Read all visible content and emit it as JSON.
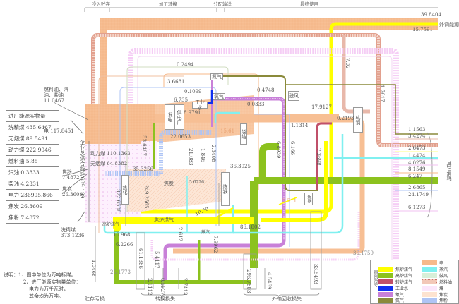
{
  "stages": {
    "input_storage": "投入贮存",
    "processing": "加工转换",
    "distribution": "分配输送",
    "end_use": "最终使用"
  },
  "inventory_table": {
    "title": "进厂能源实物量",
    "rows": [
      {
        "label": "洗精煤",
        "value": "435.6467"
      },
      {
        "label": "无烟煤",
        "value": "89.5491"
      },
      {
        "label": "动力煤",
        "value": "222.9046"
      },
      {
        "label": "燃料油",
        "value": "5.85"
      },
      {
        "label": "汽油",
        "value": "0.3833"
      },
      {
        "label": "柴油",
        "value": "4.2331"
      },
      {
        "label": "电力",
        "value": "236995.866"
      },
      {
        "label": "焦炭",
        "value": "26.3609"
      },
      {
        "label": "焦粉",
        "value": "7.4872"
      }
    ]
  },
  "total_input": {
    "label": "企业总综合能耗",
    "value": "689.199"
  },
  "inputs": {
    "fuel_oils": {
      "label": "燃料油、汽油、柴油",
      "value": "11.0467"
    },
    "electricity": {
      "label": "电",
      "value": "117.8451"
    },
    "power_coal": {
      "label": "动力煤",
      "value": "110.1363"
    },
    "anthracite": {
      "label": "无烟煤",
      "value": "64.8382"
    },
    "coke_powder": {
      "label": "焦粉",
      "value": "7.4872"
    },
    "coke": {
      "label": "焦炭",
      "value": "26.3609"
    },
    "washed_coal": {
      "label": "洗精煤",
      "value": "373.1236"
    }
  },
  "nodes": {
    "power_gen": "发电",
    "power_supply": "供电厂",
    "water": "工业水",
    "oxygen_plant": "氧气",
    "nitrogen_plant": "氮气",
    "blast_fan": "鼓风",
    "sinter": "烧结",
    "coking": "焦化",
    "ironmaking": "炼铁",
    "steelmaking": "炼钢",
    "rolling": "轧钢",
    "coke_product": "焦炭",
    "coke_oven_gas": "焦炉煤气",
    "blast_furnace_gas": "高炉煤气",
    "steam": "蒸汽"
  },
  "flow_labels": {
    "export_top": "39.8404",
    "export_yellow": "15.7591",
    "export_label": "外调能源",
    "v_7_02": "7.02",
    "v_1_7617": "1.7617",
    "v_0_2494": "0.2494",
    "v_3_6681": "3.6681",
    "v_0_1099": "0.1099",
    "v_6_735": "6.735",
    "v_8_9791": "8.9791",
    "v_0_4748": "0.4748",
    "v_0_0333": "0.0333",
    "v_17_9127": "17.9127",
    "v_0_2193": "0.2193",
    "v_1_1314": "1.1314",
    "v_15_61": "15.61",
    "v_22_0653": "22.0653",
    "v_53_6467": "53.6467",
    "v_21_083": "21.083",
    "v_1_846": "1.846",
    "v_2_3408": "2.3408",
    "v_6_8939": "6.8939",
    "v_6_166": "6.166",
    "v_7_3698": "7.3698",
    "v_35_3256": "35.3256",
    "v_372_6508": "372.6508",
    "v_249_2565": "249.2565",
    "v_36_3025": "36.3025",
    "v_5_6226": "5.6226",
    "v_2_711": "2.711",
    "v_86_1802": "86.1802",
    "v_10_5": "10.50",
    "v_10_968": "10.968",
    "v_6_2266": "6.2266",
    "v_2_612": "2.612",
    "v_7_9962": "7.9962",
    "v_1_0468": "1.0468",
    "v_25_1773": "25.1773",
    "v_61_1386": "61.1386",
    "v_5_4117": "5.4117",
    "v_2_1112": "2.1112",
    "v_0_5927": "0.5927",
    "v_2_7413": "2.7413",
    "v_296_7803": "296.7803",
    "v_4_5469": "4.5469",
    "v_33_5493": "33.5493",
    "v_36_1759": "36.1759"
  },
  "other_consumption": {
    "label": "其它消耗",
    "values": [
      "1.1563",
      "3.4274",
      "2.6473",
      "1.4424",
      "4.0276",
      "8.1549",
      "6.247",
      "2.6865",
      "24.1749",
      "6.1273"
    ]
  },
  "bottom_labels": {
    "storage_loss": "贮存亏损",
    "conversion_loss": "转换损失",
    "distribution_loss": "外输回收损失"
  },
  "notes": {
    "prefix": "说明：",
    "line1": "1、图中单位为万吨标煤。",
    "line2": "2、进厂能源实物量单位：",
    "line3": "电力为万千瓦时，",
    "line4": "其余均为万吨。"
  },
  "legend": {
    "title": "图例符号",
    "left": [
      {
        "label": "焦炉煤气",
        "color": "#ffff00"
      },
      {
        "label": "高炉煤气",
        "color": "#8cc21e"
      },
      {
        "label": "转炉煤气",
        "color": "#c0506a"
      },
      {
        "label": "工业水",
        "color": "#1030f0"
      },
      {
        "label": "氧气",
        "color": "#c880d8"
      },
      {
        "label": "氮气",
        "color": "#8a8a3a"
      }
    ],
    "right": [
      {
        "label": "电",
        "color": "#f7b98a"
      },
      {
        "label": "蒸汽",
        "color": "#80f0f0"
      },
      {
        "label": "鼓风",
        "color": "#d8efd8"
      },
      {
        "label": "燃料油",
        "color": "#f2c8b8"
      },
      {
        "label": "煤",
        "color": "#fbe6fb"
      },
      {
        "label": "焦炭",
        "color": "#fde3d0"
      },
      {
        "label": "焦粉",
        "color": "#aec4f5"
      }
    ]
  },
  "colors": {
    "electricity": "#f7b98a",
    "coke_oven_gas": "#ffff00",
    "blast_furnace_gas": "#8cc21e",
    "converter_gas": "#c0506a",
    "water": "#1030f0",
    "oxygen": "#c880d8",
    "nitrogen": "#8a8a3a",
    "steam": "#80f0f0",
    "coal": "#fbe6fb",
    "coke": "#fde3d0",
    "coke_powder": "#aec4f5",
    "fuel_oil": "#f2c8b8",
    "blast": "#d8efd8"
  }
}
